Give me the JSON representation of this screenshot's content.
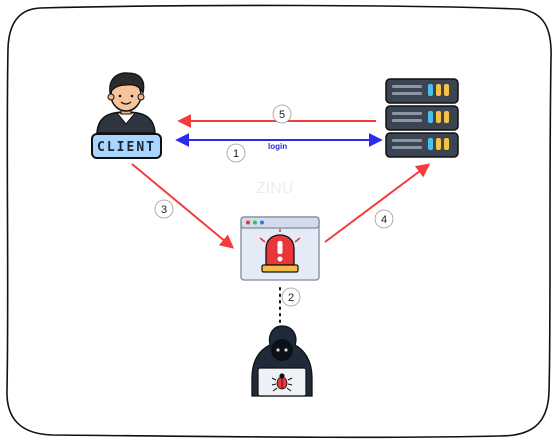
{
  "client_label": "CLIENT",
  "watermark": "ZINU",
  "login_label": "login",
  "steps": {
    "s1": "1",
    "s2": "2",
    "s3": "3",
    "s4": "4",
    "s5": "5"
  },
  "colors": {
    "red_arrow": "#f53b3b",
    "blue_arrow": "#2b2bf0",
    "client_badge": "#a9d6ff",
    "server_body": "#3a4452",
    "alert_red": "#e8363b",
    "hacker_hood": "#1f2b3a"
  },
  "icons": {
    "client": "person-avatar-icon",
    "server": "server-rack-icon",
    "alert": "browser-alert-icon",
    "hacker": "hacker-laptop-icon"
  }
}
